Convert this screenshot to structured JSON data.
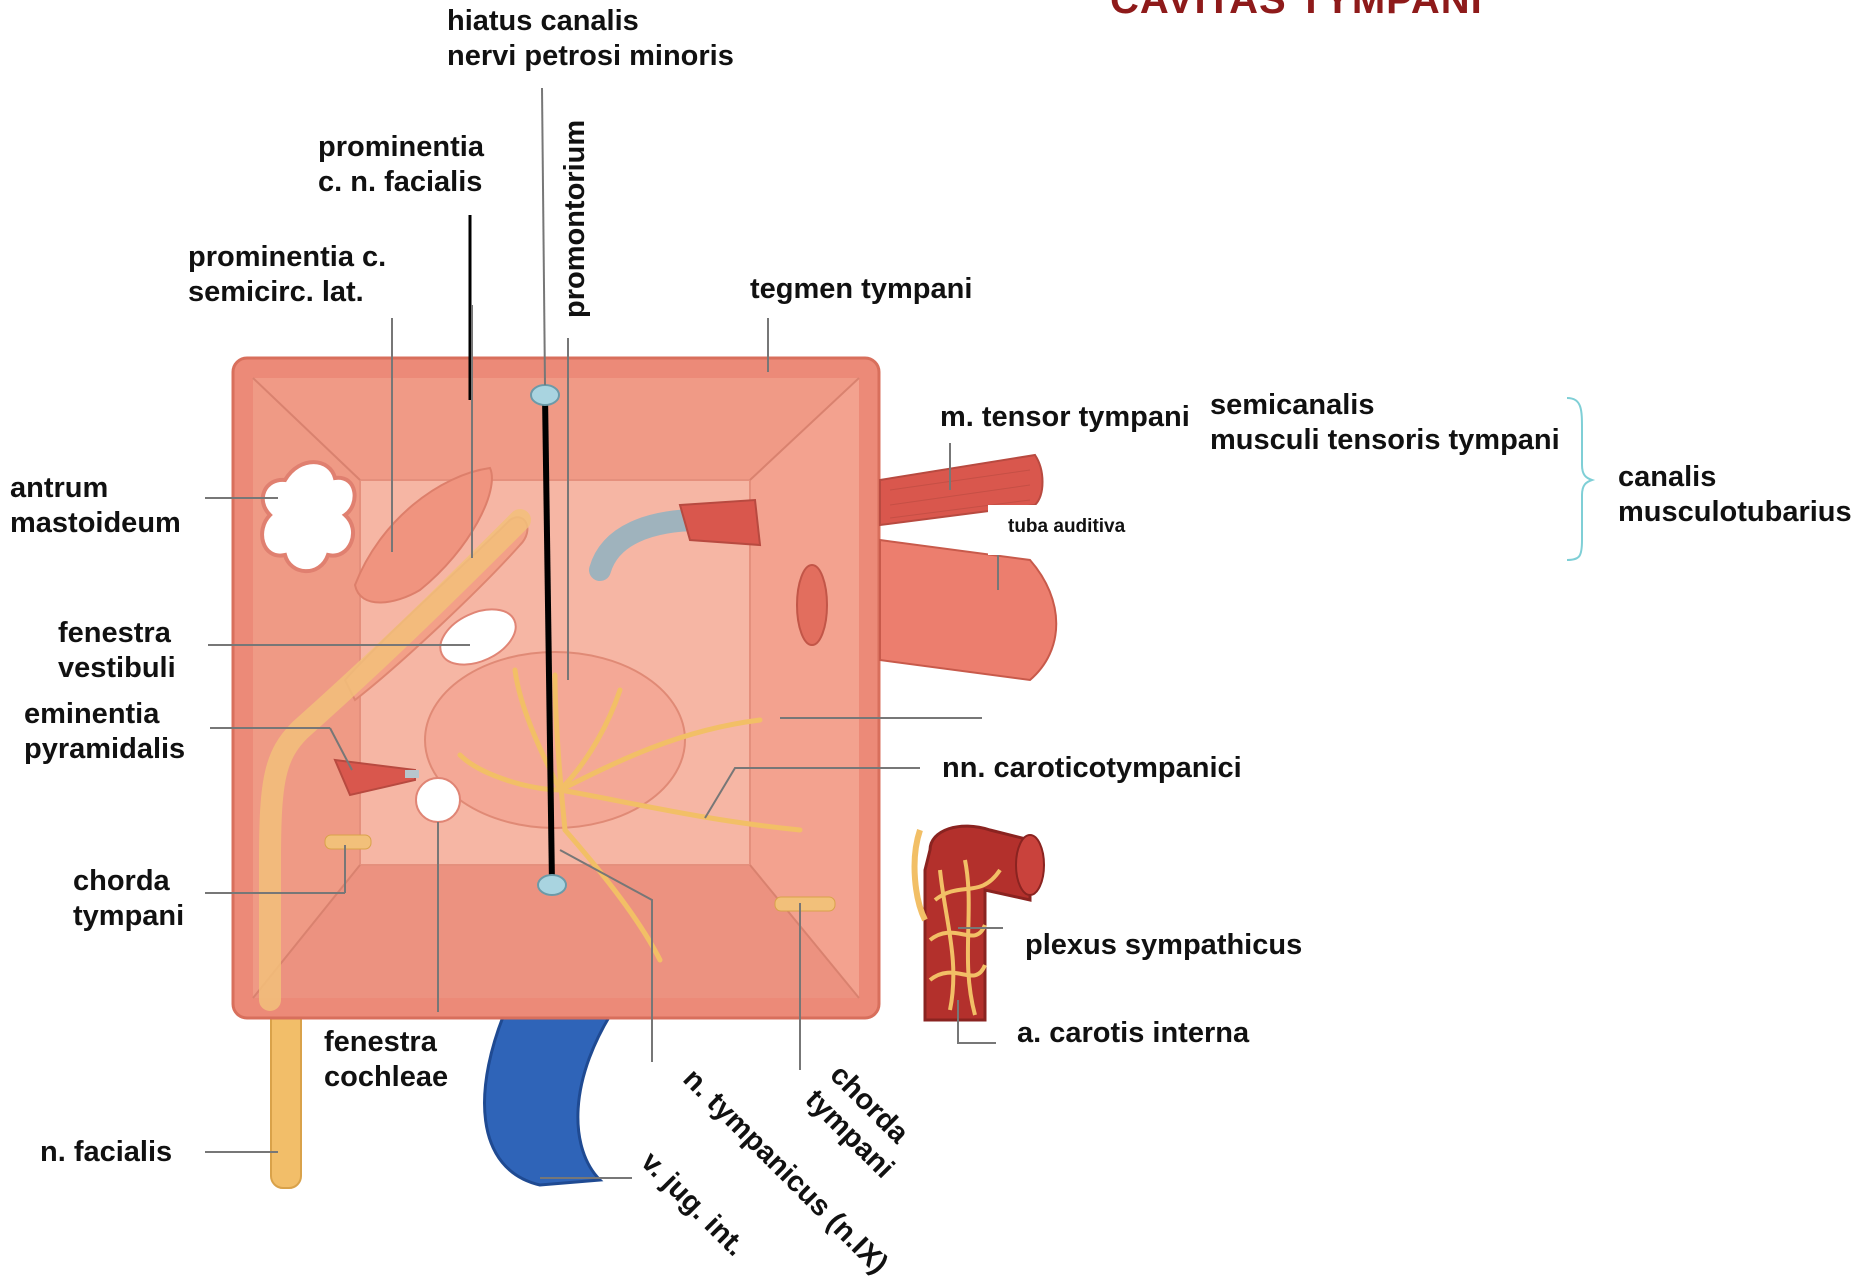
{
  "title": "CAVITAS TYMPANI",
  "labels": {
    "hiatus": "hiatus canalis\nnervi petrosi minoris",
    "prominentia_facialis": "prominentia\nc. n. facialis",
    "promontorium": "promontorium",
    "prominentia_semicirc": "prominentia c.\nsemicirc. lat.",
    "tegmen": "tegmen tympani",
    "tensor": "m. tensor tympani",
    "semicanalis": "semicanalis\nmusculi tensoris tympani",
    "canalis": "canalis\nmusculotubarius",
    "tuba": "tuba auditiva",
    "antrum": "antrum\nmastoideum",
    "fenestra_vestibuli": "fenestra\nvestibuli",
    "eminentia": "eminentia\npyramidalis",
    "caroticotympanici": "nn. caroticotympanici",
    "chorda_left": "chorda\ntympani",
    "plexus": "plexus sympathicus",
    "carotis": "a. carotis interna",
    "fenestra_cochleae": "fenestra\ncochleae",
    "facialis": "n. facialis",
    "tympanicus": "n. tympanicus (n.IX)",
    "chorda_right": "chorda\ntympani",
    "vena": "v. jug. int."
  },
  "colors": {
    "wall_outer": "#ec8a78",
    "wall_inner": "#f5a898",
    "back_wall": "#f4b4a2",
    "muscle": "#d9574d",
    "nerve": "#f7c46c",
    "vein": "#2f64b8",
    "artery": "#b3302c",
    "title": "#8e1a1a",
    "marker": "#a9d4e0"
  }
}
